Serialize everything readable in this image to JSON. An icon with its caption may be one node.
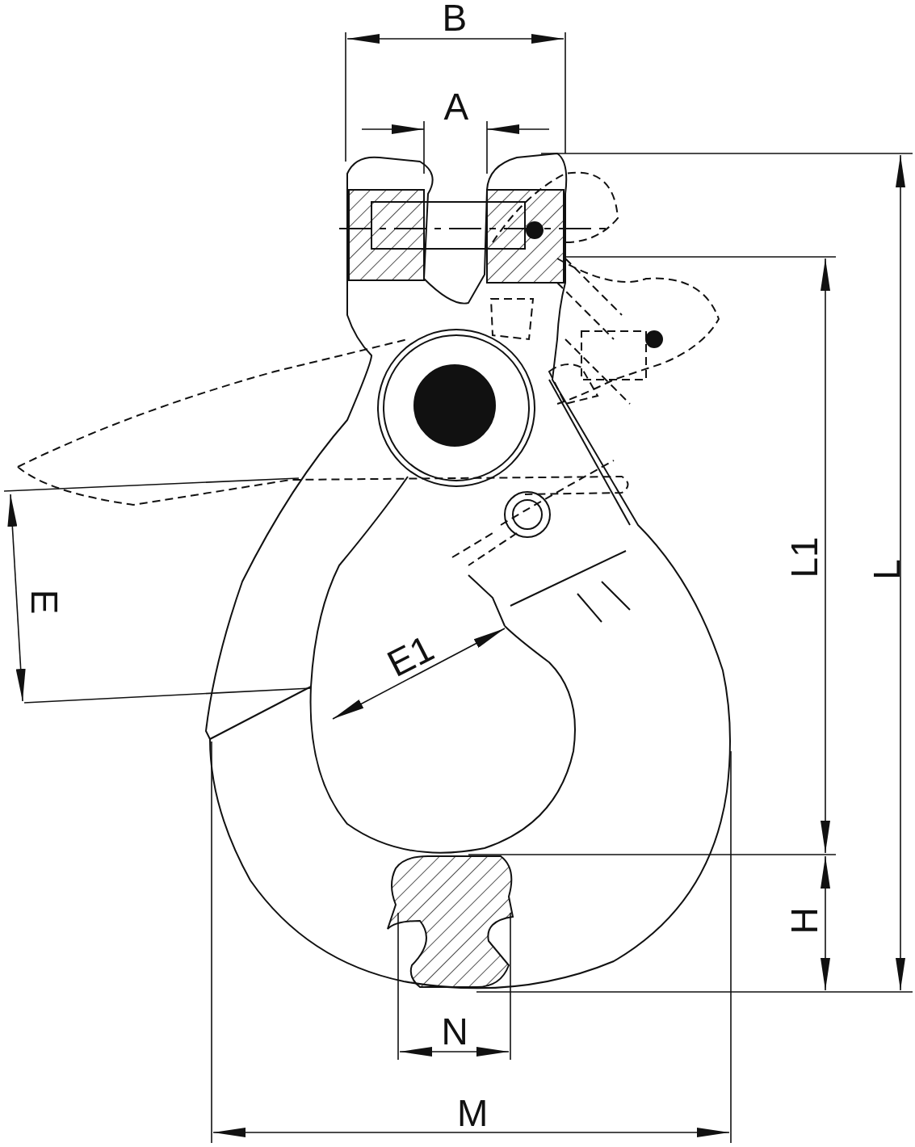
{
  "diagram": {
    "labels": [
      "B",
      "A",
      "L1",
      "L",
      "E",
      "E1",
      "H",
      "N",
      "M"
    ]
  }
}
